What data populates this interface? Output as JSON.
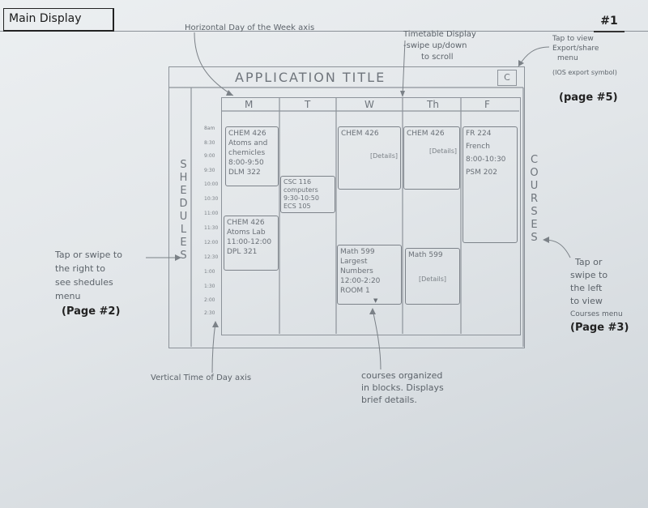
{
  "sheet": {
    "title": "Main Display",
    "page_number": "#1"
  },
  "app": {
    "title": "APPLICATION TITLE",
    "settings_button": "C",
    "left_tab": "SHEDULES",
    "right_tab": "COURSES"
  },
  "days": [
    "M",
    "T",
    "W",
    "Th",
    "F"
  ],
  "times": [
    "8am",
    "8:30",
    "9:00",
    "9:30",
    "10:00",
    "10:30",
    "11:00",
    "11:30",
    "12:00",
    "12:30",
    "1:00",
    "1:30",
    "2:00",
    "2:30"
  ],
  "blocks": {
    "mon1": [
      "CHEM 426",
      "Atoms and",
      "chemicles",
      "8:00-9:50",
      "DLM 322"
    ],
    "mon2": [
      "CHEM 426",
      "Atoms Lab",
      "11:00-12:00",
      "DPL 321"
    ],
    "tue1": [
      "CSC 116",
      "computers",
      "9:30-10:50",
      "ECS 105"
    ],
    "wed1": [
      "CHEM 426",
      "[Details]"
    ],
    "wed2": [
      "Math 599",
      "Largest Numbers",
      "12:00-2:20",
      "ROOM 1"
    ],
    "thu1": [
      "CHEM 426",
      "[Details]"
    ],
    "thu2": [
      "Math 599",
      "[Details]"
    ],
    "fri1": [
      "FR 224",
      "French",
      "8:00-10:30",
      "PSM 202"
    ]
  },
  "annotations": {
    "horizontal_axis": "Horizontal Day of the Week axis",
    "timetable": [
      "Timetable Display",
      "-swipe up/down",
      "to scroll"
    ],
    "tap_view": [
      "Tap to view",
      "Export/share",
      "menu"
    ],
    "ios_symbol": "(IOS export symbol)",
    "page5": "(page #5)",
    "left_swipe": [
      "Tap or swipe to",
      "the right to",
      "see shedules",
      "menu"
    ],
    "page2": "(Page #2)",
    "right_swipe": [
      "Tap or",
      "swipe to",
      "the left",
      "to view",
      "Courses menu"
    ],
    "page3": "(Page #3)",
    "vertical_axis": "Vertical Time of Day axis",
    "blocks_note": [
      "courses organized",
      "in blocks. Displays",
      "brief details."
    ]
  }
}
